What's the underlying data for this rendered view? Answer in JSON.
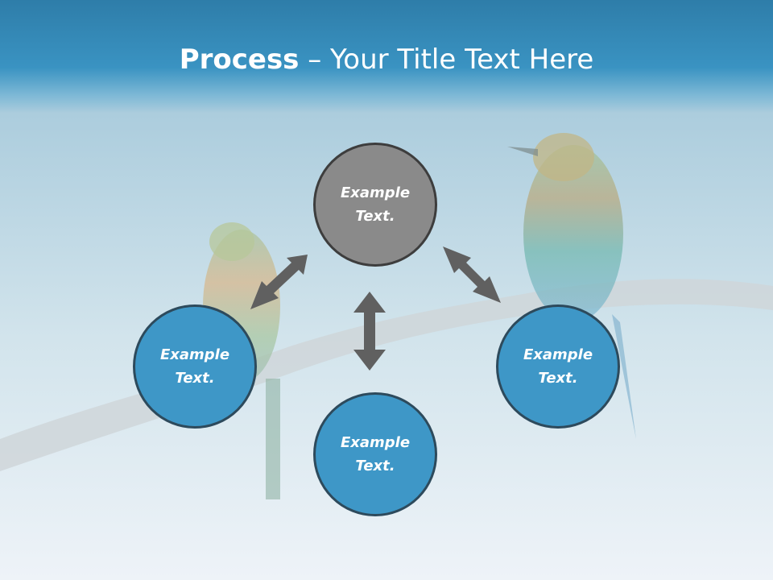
{
  "title": {
    "bold_part": "Process",
    "rest_part": " – Your Title Text Here"
  },
  "nodes": {
    "top": "Example\nText.",
    "left": "Example\nText.",
    "right": "Example\nText.",
    "bottom": "Example\nText."
  },
  "colors": {
    "title_band": "#3a93c2",
    "node_blue": "#3e97c7",
    "node_gray": "#8a8a8a",
    "arrow": "#606060"
  }
}
